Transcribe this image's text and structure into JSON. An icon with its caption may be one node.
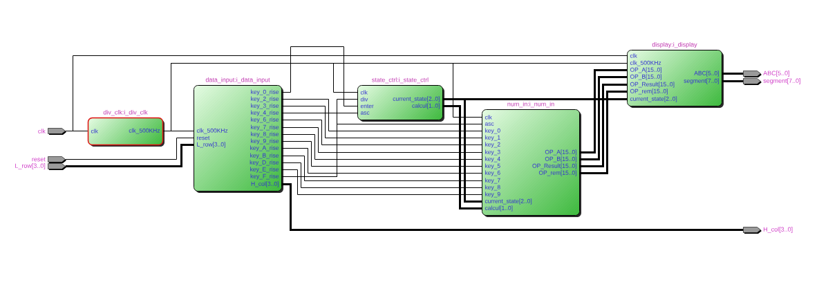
{
  "diagram": {
    "nodes": [
      {
        "text": [
          "clk"
        ]
      },
      {
        "text": [
          "reset"
        ]
      },
      {
        "text": [
          "L_row[3..0]"
        ]
      },
      {
        "text": [
          "div_clk:i_div_clk",
          "clk",
          "clk_500KHz"
        ]
      },
      {
        "text": [
          "data_input:i_data_input",
          "clk_500KHz",
          "reset",
          "L_row[3..0]",
          "key_0_rise",
          "key_2_rise",
          "key_3_rise",
          "key_4_rise",
          "key_6_rise",
          "key_7_rise",
          "key_8_rise",
          "key_9_rise",
          "key_A_rise",
          "key_B_rise",
          "key_D_rise",
          "key_E_rise",
          "key_F_rise",
          "H_col[3..0]"
        ]
      },
      {
        "text": [
          "state_ctrl:i_state_ctrl",
          "clk",
          "div",
          "enter",
          "asc",
          "current_state[2..0]",
          "calcul[1..0]"
        ]
      },
      {
        "text": [
          "num_in:i_num_in",
          "clk",
          "asc",
          "key_0",
          "key_1",
          "key_2",
          "key_3",
          "key_4",
          "key_5",
          "key_6",
          "key_7",
          "key_8",
          "key_9",
          "current_state[2..0]",
          "calcul[1..0]",
          "OP_A[15..0]",
          "OP_B[15..0]",
          "OP_Result[15..0]",
          "OP_rem[15..0]"
        ]
      },
      {
        "text": [
          "display:i_display",
          "clk",
          "clk_500KHz",
          "OP_A[15..0]",
          "OP_B[15..0]",
          "OP_Result[15..0]",
          "OP_rem[15..0]",
          "current_state[2..0]",
          "ABC[5..0]",
          "segment[7..0]"
        ]
      },
      {
        "text": [
          "ABC[5..0]"
        ]
      },
      {
        "text": [
          "segment[7..0]"
        ]
      },
      {
        "text": [
          "H_col[3..0]"
        ]
      }
    ],
    "edges": [
      {
        "from": 0,
        "to": 3,
        "arrow": "none"
      },
      {
        "from": 0,
        "to": 7,
        "arrow": "none"
      },
      {
        "from": 3,
        "to": 5,
        "arrow": "none"
      },
      {
        "from": 3,
        "to": 6,
        "arrow": "none"
      },
      {
        "from": 1,
        "to": 4,
        "arrow": "none"
      },
      {
        "from": 2,
        "to": 4,
        "arrow": "none",
        "style": "thick"
      },
      {
        "from": 3,
        "to": 4,
        "arrow": "none"
      },
      {
        "from": 3,
        "to": 7,
        "arrow": "none"
      },
      {
        "from": 4,
        "to": 5,
        "arrow": "none"
      },
      {
        "from": 4,
        "to": 6,
        "arrow": "none"
      },
      {
        "from": 4,
        "to": 6,
        "arrow": "none"
      },
      {
        "from": 4,
        "to": 6,
        "arrow": "none"
      },
      {
        "from": 4,
        "to": 6,
        "arrow": "none"
      },
      {
        "from": 4,
        "to": 6,
        "arrow": "none"
      },
      {
        "from": 4,
        "to": 6,
        "arrow": "none"
      },
      {
        "from": 4,
        "to": 6,
        "arrow": "none"
      },
      {
        "from": 4,
        "to": 6,
        "arrow": "none"
      },
      {
        "from": 4,
        "to": 6,
        "arrow": "none"
      },
      {
        "from": 4,
        "to": 6,
        "arrow": "none"
      },
      {
        "from": 4,
        "to": 5,
        "arrow": "none"
      },
      {
        "from": 4,
        "to": 5,
        "arrow": "none"
      },
      {
        "from": 4,
        "to": 6,
        "arrow": "none"
      },
      {
        "from": 4,
        "to": 10,
        "arrow": "none",
        "style": "thick"
      },
      {
        "from": 5,
        "to": 6,
        "arrow": "none",
        "style": "thick"
      },
      {
        "from": 5,
        "to": 6,
        "arrow": "none",
        "style": "thick"
      },
      {
        "from": 5,
        "to": 7,
        "arrow": "none",
        "style": "thick"
      },
      {
        "from": 6,
        "to": 7,
        "arrow": "none",
        "style": "thick"
      },
      {
        "from": 6,
        "to": 7,
        "arrow": "none",
        "style": "thick"
      },
      {
        "from": 6,
        "to": 7,
        "arrow": "none",
        "style": "thick"
      },
      {
        "from": 6,
        "to": 7,
        "arrow": "none",
        "style": "thick"
      },
      {
        "from": 7,
        "to": 8,
        "arrow": "none",
        "style": "thick"
      },
      {
        "from": 7,
        "to": 9,
        "arrow": "none",
        "style": "thick"
      }
    ]
  }
}
